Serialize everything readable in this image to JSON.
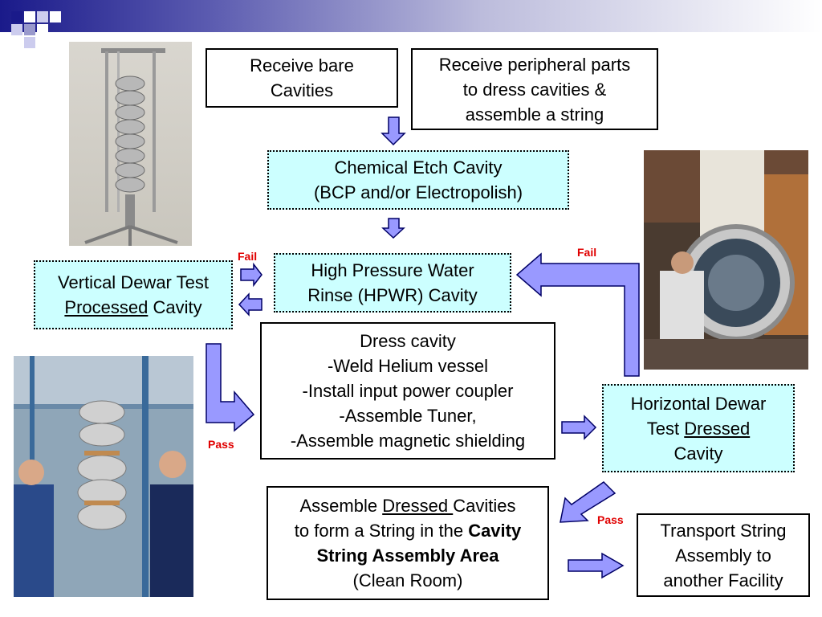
{
  "colors": {
    "arrow_fill": "#9999ff",
    "arrow_stroke": "#000066",
    "process_box_fill": "#ccffff",
    "label_red": "#e00000",
    "title_band": "#1a1a8a"
  },
  "boxes": {
    "receive_bare": {
      "line1": "Receive bare",
      "line2": "Cavities"
    },
    "receive_peripheral": {
      "line1": "Receive peripheral parts",
      "line2": "to dress cavities &",
      "line3": "assemble a string"
    },
    "chemical_etch": {
      "line1": "Chemical Etch Cavity",
      "line2": "(BCP and/or Electropolish)"
    },
    "hpwr": {
      "line1": "High Pressure Water",
      "line2": "Rinse (HPWR) Cavity"
    },
    "vertical_dewar": {
      "line1": "Vertical Dewar Test",
      "line2_underlined": "Processed",
      "line2_rest": " Cavity"
    },
    "dress_cavity": {
      "line1": "Dress cavity",
      "line2": "-Weld Helium vessel",
      "line3": "-Install input power coupler",
      "line4": "-Assemble Tuner,",
      "line5": "-Assemble magnetic shielding"
    },
    "horizontal_dewar": {
      "line1": "Horizontal Dewar",
      "line2_prefix": "Test ",
      "line2_underlined": "Dressed",
      "line3": "Cavity"
    },
    "assemble_string": {
      "line1_prefix": "Assemble ",
      "line1_underlined": "Dressed ",
      "line1_rest": "Cavities",
      "line2_prefix": "to form a String in the ",
      "line2_bold": "Cavity",
      "line3_bold": "String Assembly Area",
      "line4": "(Clean Room)"
    },
    "transport": {
      "line1": "Transport String",
      "line2": "Assembly to",
      "line3": "another Facility"
    }
  },
  "labels": {
    "fail_left": "Fail",
    "fail_right": "Fail",
    "pass_left": "Pass",
    "pass_right": "Pass"
  },
  "photos": [
    {
      "icon": "cavity-string-on-stand-photo"
    },
    {
      "icon": "horizontal-test-cryostat-photo"
    },
    {
      "icon": "technicians-assembling-string-photo"
    }
  ]
}
